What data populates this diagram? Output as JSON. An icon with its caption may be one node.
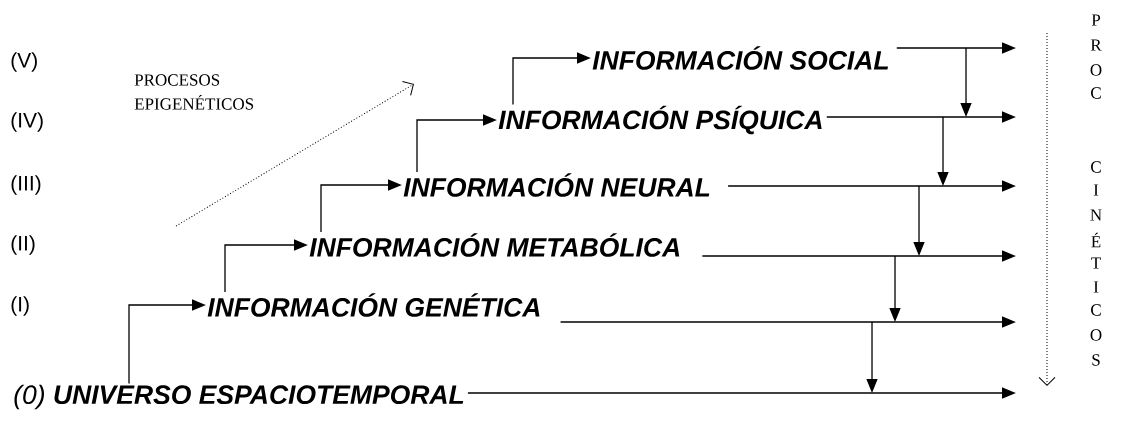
{
  "diagram": {
    "nodes": [
      {
        "text": [
          "(0) **UNIVERSO ESPACIOTEMPORAL**"
        ]
      },
      {
        "text": [
          "INFORMACIÓN GENÉTICA"
        ]
      },
      {
        "text": [
          "INFORMACIÓN METABÓLICA"
        ]
      },
      {
        "text": [
          "INFORMACIÓN NEURAL"
        ]
      },
      {
        "text": [
          "INFORMACIÓN PSÍQUICA"
        ]
      },
      {
        "text": [
          "INFORMACIÓN SOCIAL"
        ]
      }
    ],
    "edges": [
      {
        "from": 0,
        "to": 1,
        "arrow": "to"
      },
      {
        "from": 1,
        "to": 2,
        "arrow": "to"
      },
      {
        "from": 2,
        "to": 3,
        "arrow": "to"
      },
      {
        "from": 3,
        "to": 4,
        "arrow": "to"
      },
      {
        "from": 4,
        "to": 5,
        "arrow": "to"
      },
      {
        "from": 5,
        "to": null,
        "arrow": "to"
      },
      {
        "from": 4,
        "to": null,
        "arrow": "to"
      },
      {
        "from": 3,
        "to": null,
        "arrow": "to"
      },
      {
        "from": 2,
        "to": null,
        "arrow": "to"
      },
      {
        "from": 1,
        "to": null,
        "arrow": "to"
      },
      {
        "from": 0,
        "to": null,
        "arrow": "to"
      }
    ],
    "labels": [
      "(V)",
      "(IV)",
      "(III)",
      "(II)",
      "(I)",
      "PROCESOS EPIGENÉTICOS",
      "P",
      "R",
      "O",
      "C",
      "C",
      "I",
      "N",
      "É",
      "T",
      "I",
      "C",
      "O",
      "S"
    ]
  }
}
